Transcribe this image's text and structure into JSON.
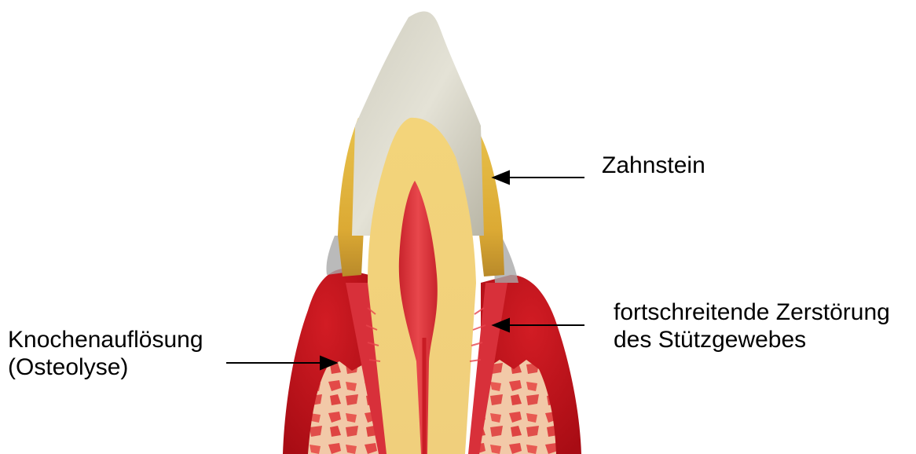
{
  "labels": {
    "zahnstein": "Zahnstein",
    "zerstoerung": {
      "line1": "fortschreitende Zerstörung",
      "line2": "des Stützgewebes"
    },
    "knochenaufloesung": {
      "line1": "Knochenauflösung",
      "line2": "(Osteolyse)"
    }
  },
  "colors": {
    "background": "#ffffff",
    "crown_enamel": "#d8d6c8",
    "calculus": "#e8c04a",
    "dentin": "#efd27a",
    "pulp": "#d8343a",
    "gingiva": "#c8141c",
    "periodontal": "#e0303a",
    "bone_matrix": "#f2c9a8",
    "bone_cells": "#e44a4a",
    "arrow": "#000000"
  }
}
